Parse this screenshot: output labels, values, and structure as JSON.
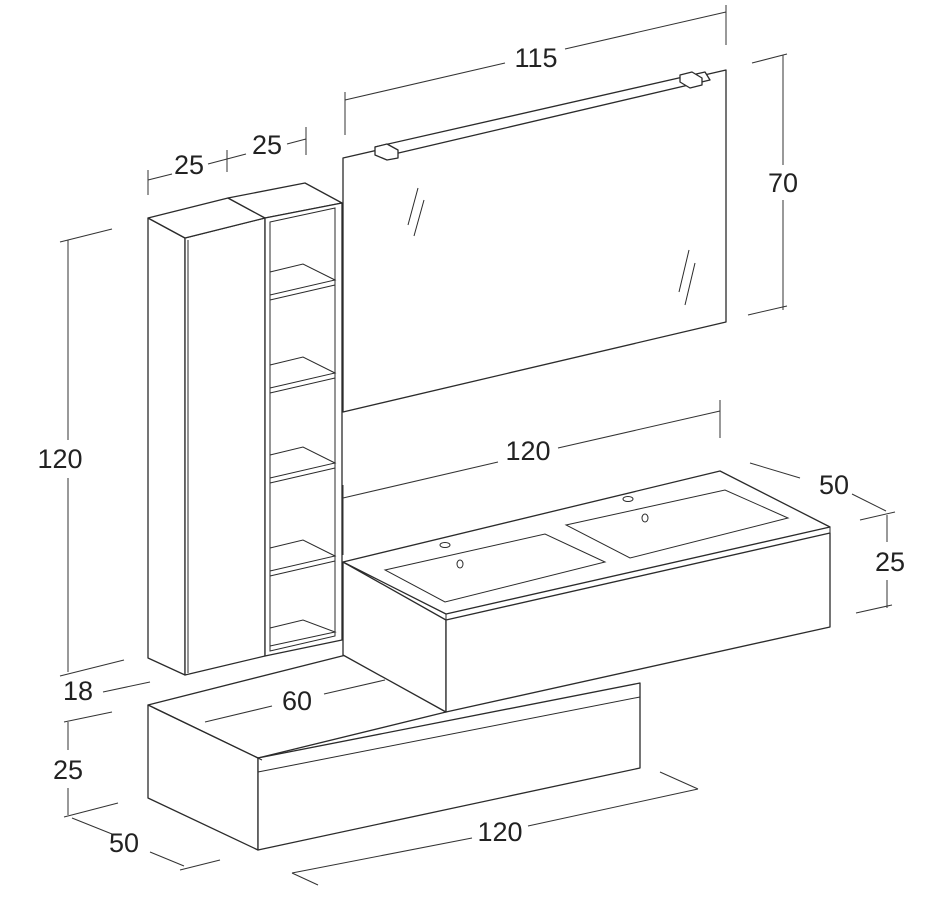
{
  "dimensions": {
    "mirror_width": "115",
    "mirror_height": "70",
    "tall_unit_left_width": "25",
    "tall_unit_right_width": "25",
    "tall_unit_height": "120",
    "tall_unit_gap": "18",
    "sink_unit_width": "120",
    "sink_unit_depth": "50",
    "sink_unit_height": "25",
    "open_top_width": "60",
    "base_unit_height": "25",
    "base_unit_depth": "50",
    "base_unit_width": "120"
  },
  "colors": {
    "line": "#2b2b2b",
    "background": "#ffffff"
  }
}
